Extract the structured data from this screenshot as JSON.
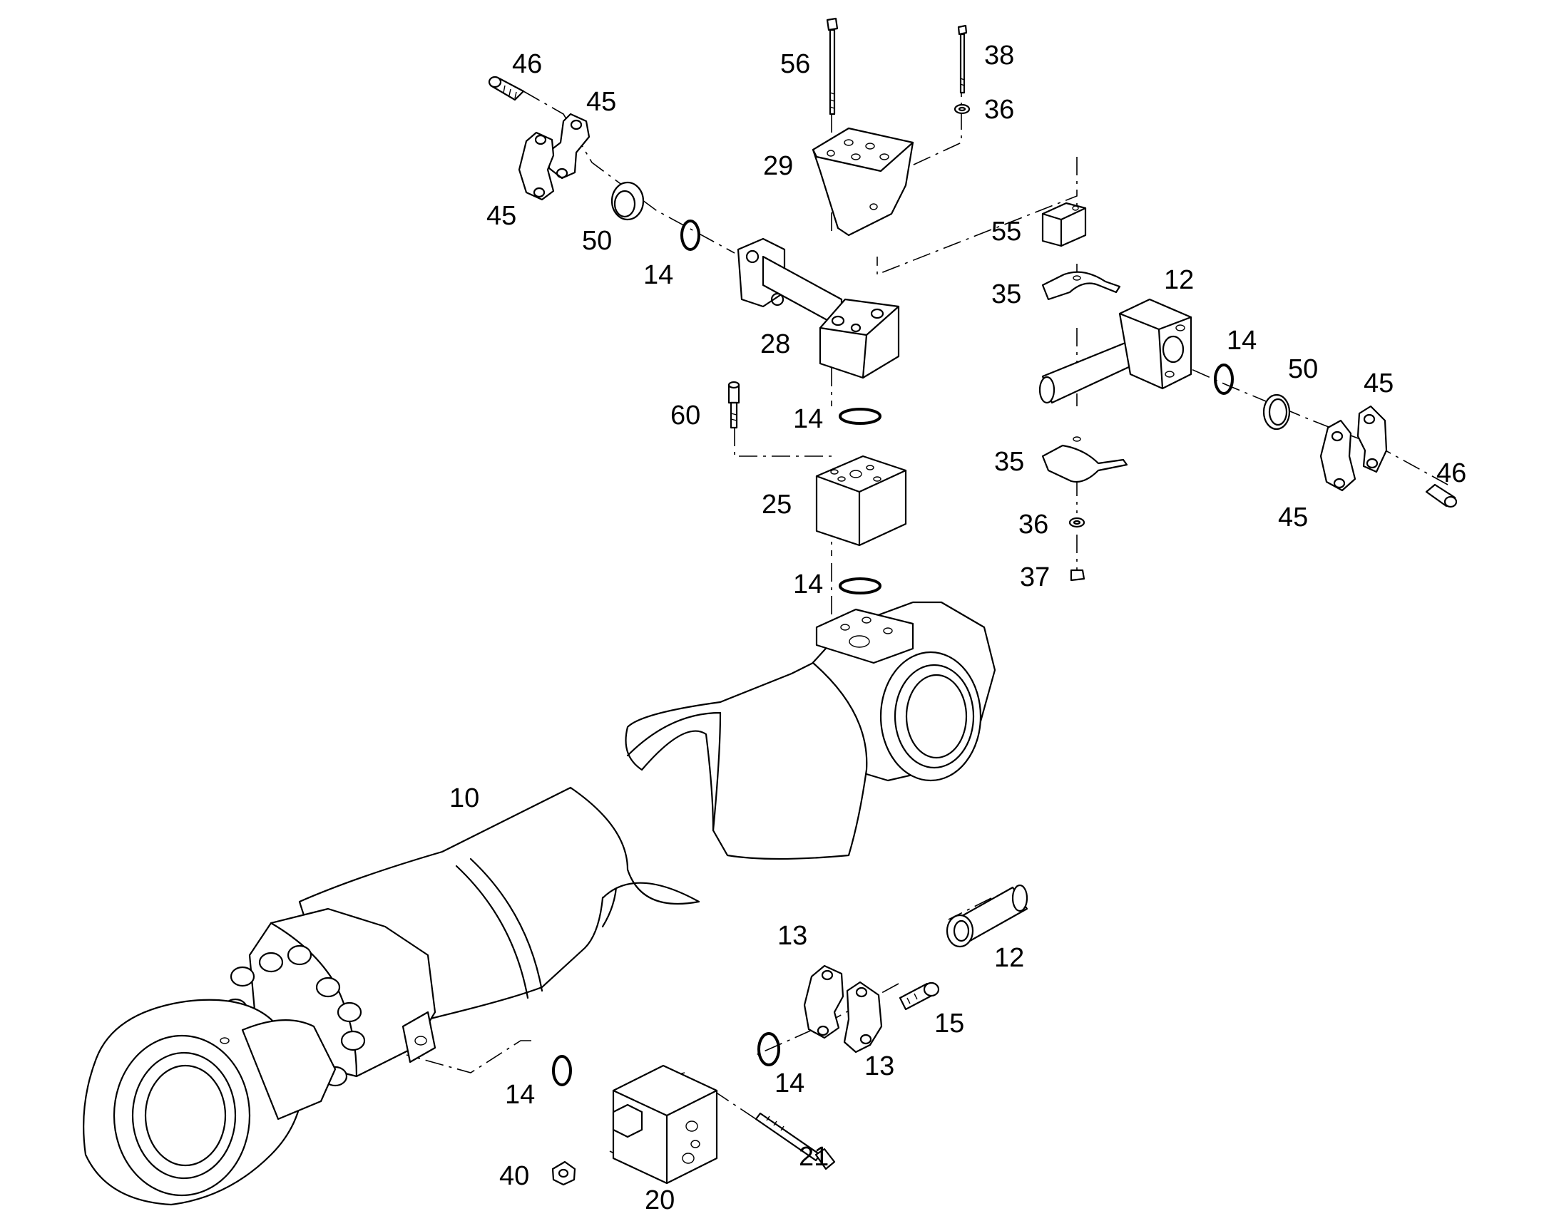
{
  "callouts": [
    {
      "id": "c46a",
      "text": "46"
    },
    {
      "id": "c45a",
      "text": "45"
    },
    {
      "id": "c45b",
      "text": "45"
    },
    {
      "id": "c50a",
      "text": "50"
    },
    {
      "id": "c14a",
      "text": "14"
    },
    {
      "id": "c56",
      "text": "56"
    },
    {
      "id": "c38",
      "text": "38"
    },
    {
      "id": "c36a",
      "text": "36"
    },
    {
      "id": "c29",
      "text": "29"
    },
    {
      "id": "c55",
      "text": "55"
    },
    {
      "id": "c35a",
      "text": "35"
    },
    {
      "id": "c12a",
      "text": "12"
    },
    {
      "id": "c28",
      "text": "28"
    },
    {
      "id": "c14b",
      "text": "14"
    },
    {
      "id": "c50b",
      "text": "50"
    },
    {
      "id": "c45c",
      "text": "45"
    },
    {
      "id": "c60",
      "text": "60"
    },
    {
      "id": "c14c",
      "text": "14"
    },
    {
      "id": "c35b",
      "text": "35"
    },
    {
      "id": "c46b",
      "text": "46"
    },
    {
      "id": "c25",
      "text": "25"
    },
    {
      "id": "c36b",
      "text": "36"
    },
    {
      "id": "c45d",
      "text": "45"
    },
    {
      "id": "c14d",
      "text": "14"
    },
    {
      "id": "c37",
      "text": "37"
    },
    {
      "id": "c10",
      "text": "10"
    },
    {
      "id": "c13a",
      "text": "13"
    },
    {
      "id": "c12b",
      "text": "12"
    },
    {
      "id": "c15",
      "text": "15"
    },
    {
      "id": "c14e",
      "text": "14"
    },
    {
      "id": "c14f",
      "text": "14"
    },
    {
      "id": "c13b",
      "text": "13"
    },
    {
      "id": "c21",
      "text": "21"
    },
    {
      "id": "c40",
      "text": "40"
    },
    {
      "id": "c20",
      "text": "20"
    }
  ],
  "parts": {
    "cylinder": "10",
    "pipe": "12",
    "flange_clamp": "13",
    "o_ring": "14",
    "screw": "15",
    "valve_block": "20",
    "long_screw": "21",
    "adapter_block": "25",
    "elbow_block": "28",
    "bracket_plate": "29",
    "pipe_clamp": "35",
    "washer": "36",
    "nut": "37",
    "bolt": "38",
    "plug": "40",
    "split_flange": "45",
    "flange_screw": "46",
    "seal_ring": "50",
    "spacer": "55",
    "long_bolt": "56",
    "socket_screw": "60"
  }
}
